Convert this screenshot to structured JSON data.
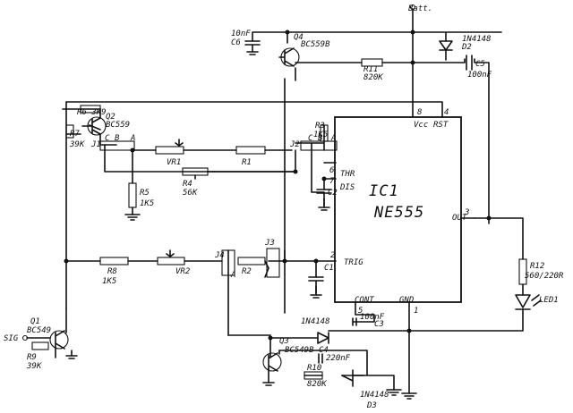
{
  "labels": {
    "batt": "Batt.",
    "c6_val": "10nF",
    "c6_ref": "C6",
    "q4_ref": "Q4",
    "q4_part": "BC559B",
    "d2_part": "1N4148",
    "d2_ref": "D2",
    "r11_ref": "R11",
    "r11_val": "820K",
    "c5_ref": "C5",
    "c5_val": "100nF",
    "vcc": "Vcc",
    "rst": "RST",
    "pin4": "4",
    "pin8": "8",
    "r6_label": "R6 3K9",
    "q2_ref": "Q2",
    "q2_part": "BC559",
    "r7_ref": "R7",
    "r7_val": "39K",
    "j1": "J1",
    "j1_c": "C",
    "j1_b": "B",
    "j1_a": "A",
    "vr1": "VR1",
    "r1": "R1",
    "j2": "J2",
    "j2_c": "C",
    "j2_b": "B",
    "j2_a": "A",
    "r3_ref": "R3",
    "r3_val": "1K5",
    "thr": "THR",
    "dis": "DIS",
    "pin6": "6",
    "pin7": "7",
    "r4_ref": "R4",
    "r4_val": "56K",
    "r5_ref": "R5",
    "r5_val": "1K5",
    "c2": "C2",
    "ic_ref": "IC1",
    "ic_part": "NE555",
    "out": "OUT",
    "pin3": "3",
    "j4": "J4",
    "j4_a": "A",
    "j3": "J3",
    "r2": "R2",
    "r8_ref": "R8",
    "r8_val": "1K5",
    "vr2": "VR2",
    "trig": "TRIG",
    "pin2": "2",
    "c1": "C1",
    "cont": "CONT",
    "pin5": "5",
    "gnd": "GND",
    "pin1": "1",
    "c3_val": "100nF",
    "c3_ref": "C3",
    "r12_ref": "R12",
    "r12_val": "560/220R",
    "led": "LED1",
    "d1_part": "1N4148",
    "sig": "SIG",
    "q1_ref": "Q1",
    "q1_part": "BC549",
    "r9_ref": "R9",
    "r9_val": "39K",
    "q3_ref": "Q3",
    "q3_part": "BC549B",
    "c4_ref": "C4",
    "c4_val": "220nF",
    "r10_ref": "R10",
    "r10_val": "820K",
    "d3_part": "1N4148",
    "d3_ref": "D3"
  }
}
